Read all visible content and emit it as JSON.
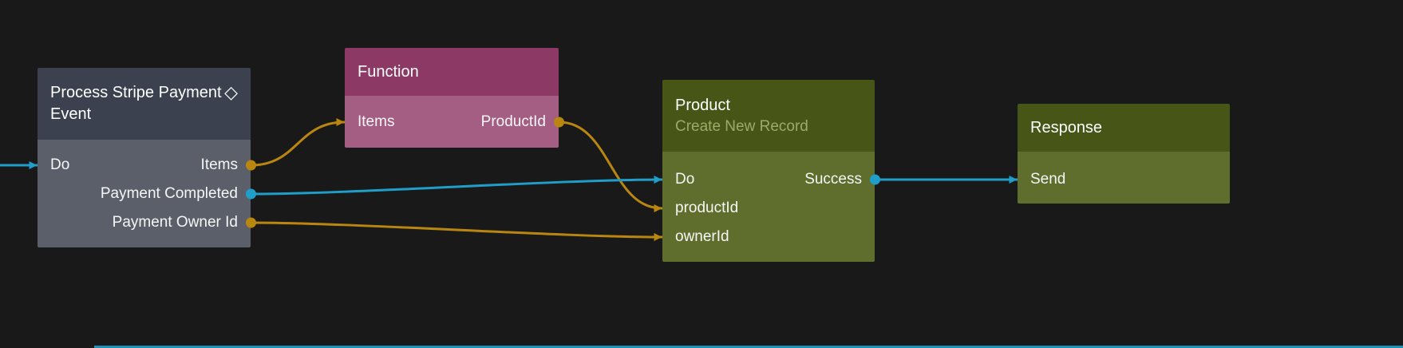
{
  "colors": {
    "background": "#191919",
    "edge_blue": "#1e9ec9",
    "edge_orange": "#b9870f",
    "stripe_header": "#3b414e",
    "stripe_body": "#5a5f6a",
    "function_header": "#8d3966",
    "function_body": "#a45e84",
    "record_header": "#475617",
    "record_body": "#5f6e2d",
    "record_subtitle": "#9cab68",
    "text": "#f4f4f4"
  },
  "icons": {
    "diamond": "◇"
  },
  "nodes": {
    "stripe": {
      "title": "Process Stripe Payment Event",
      "ports": {
        "do": "Do",
        "items": "Items",
        "payment_completed": "Payment Completed",
        "payment_owner_id": "Payment Owner Id"
      }
    },
    "function": {
      "title": "Function",
      "ports": {
        "items": "Items",
        "product_id": "ProductId"
      }
    },
    "product": {
      "title": "Product",
      "subtitle": "Create New Record",
      "ports": {
        "do": "Do",
        "success": "Success",
        "product_id": "productId",
        "owner_id": "ownerId"
      }
    },
    "response": {
      "title": "Response",
      "ports": {
        "send": "Send"
      }
    }
  },
  "edges": [
    {
      "from": "canvas-left",
      "to": "stripe-do-in",
      "color": "edge_blue"
    },
    {
      "from": "stripe-items-out",
      "to": "function-items-in",
      "color": "edge_orange"
    },
    {
      "from": "function-product-id-out",
      "to": "product-product-id-in",
      "color": "edge_orange"
    },
    {
      "from": "stripe-payment-completed-out",
      "to": "product-do-in",
      "color": "edge_blue"
    },
    {
      "from": "stripe-payment-owner-id-out",
      "to": "product-owner-id-in",
      "color": "edge_orange"
    },
    {
      "from": "product-success-out",
      "to": "response-send-in",
      "color": "edge_blue"
    }
  ]
}
